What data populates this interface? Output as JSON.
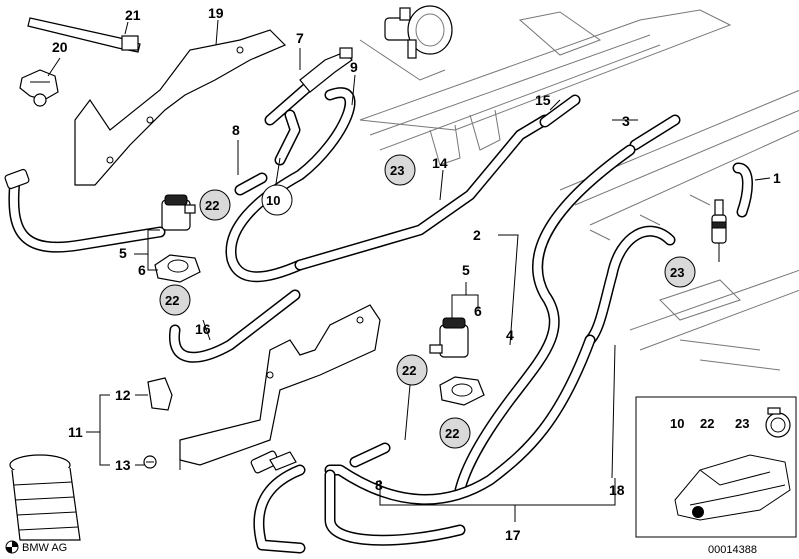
{
  "diagram": {
    "part_labels": {
      "p1": "1",
      "p2": "2",
      "p3": "3",
      "p4": "4",
      "p5a": "5",
      "p5b": "5",
      "p6a": "6",
      "p6b": "6",
      "p7": "7",
      "p8a": "8",
      "p8b": "8",
      "p9": "9",
      "p10": "10",
      "p11": "11",
      "p12": "12",
      "p13": "13",
      "p14": "14",
      "p15": "15",
      "p16": "16",
      "p17": "17",
      "p18": "18",
      "p19": "19",
      "p20": "20",
      "p21": "21"
    },
    "circle_labels": {
      "c22a": "22",
      "c22b": "22",
      "c22c": "22",
      "c22d": "22",
      "c23a": "23",
      "c23b": "23"
    },
    "inset": {
      "label_10": "10",
      "label_22": "22",
      "label_23": "23"
    },
    "footer": {
      "brand": "BMW AG",
      "diagram_number": "00014388"
    }
  }
}
